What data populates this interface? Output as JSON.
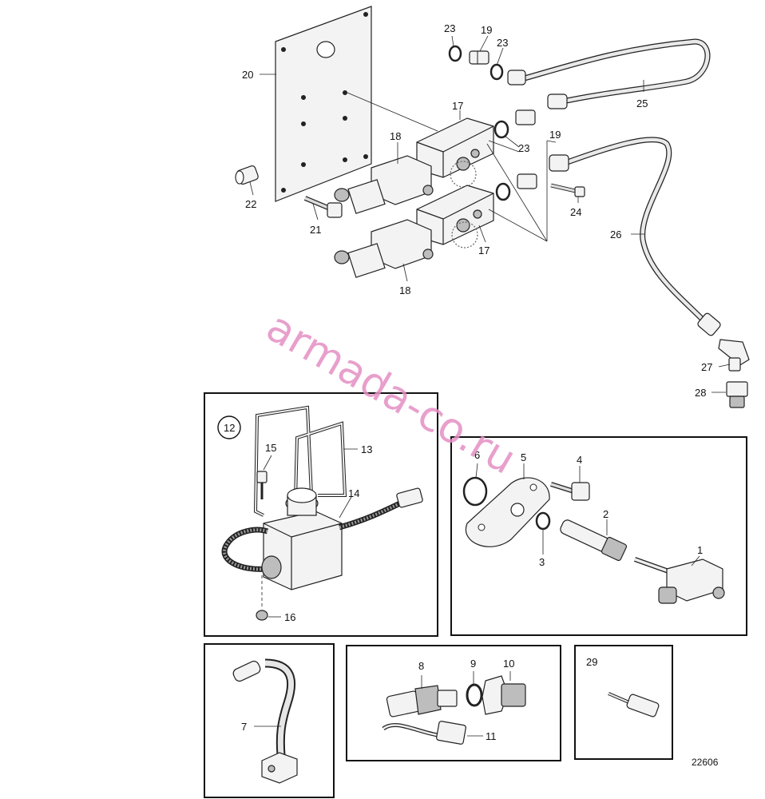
{
  "watermark": "armada-co.ru",
  "drawing_number": "22606",
  "callouts": {
    "c20": "20",
    "c23a": "23",
    "c19a": "19",
    "c23b": "23",
    "c25": "25",
    "c17a": "17",
    "c18a": "18",
    "c23c": "23",
    "c19b": "19",
    "c22": "22",
    "c21": "21",
    "c24": "24",
    "c26": "26",
    "c17b": "17",
    "c18b": "18",
    "c27": "27",
    "c28": "28",
    "c12": "12",
    "c15": "15",
    "c13": "13",
    "c14": "14",
    "c16": "16",
    "c6": "6",
    "c5": "5",
    "c4": "4",
    "c2": "2",
    "c3": "3",
    "c1": "1",
    "c7": "7",
    "c8": "8",
    "c9": "9",
    "c10": "10",
    "c11": "11",
    "c29": "29"
  },
  "colors": {
    "watermark": "#e48fc4",
    "line": "#222222",
    "frame": "#111111"
  }
}
